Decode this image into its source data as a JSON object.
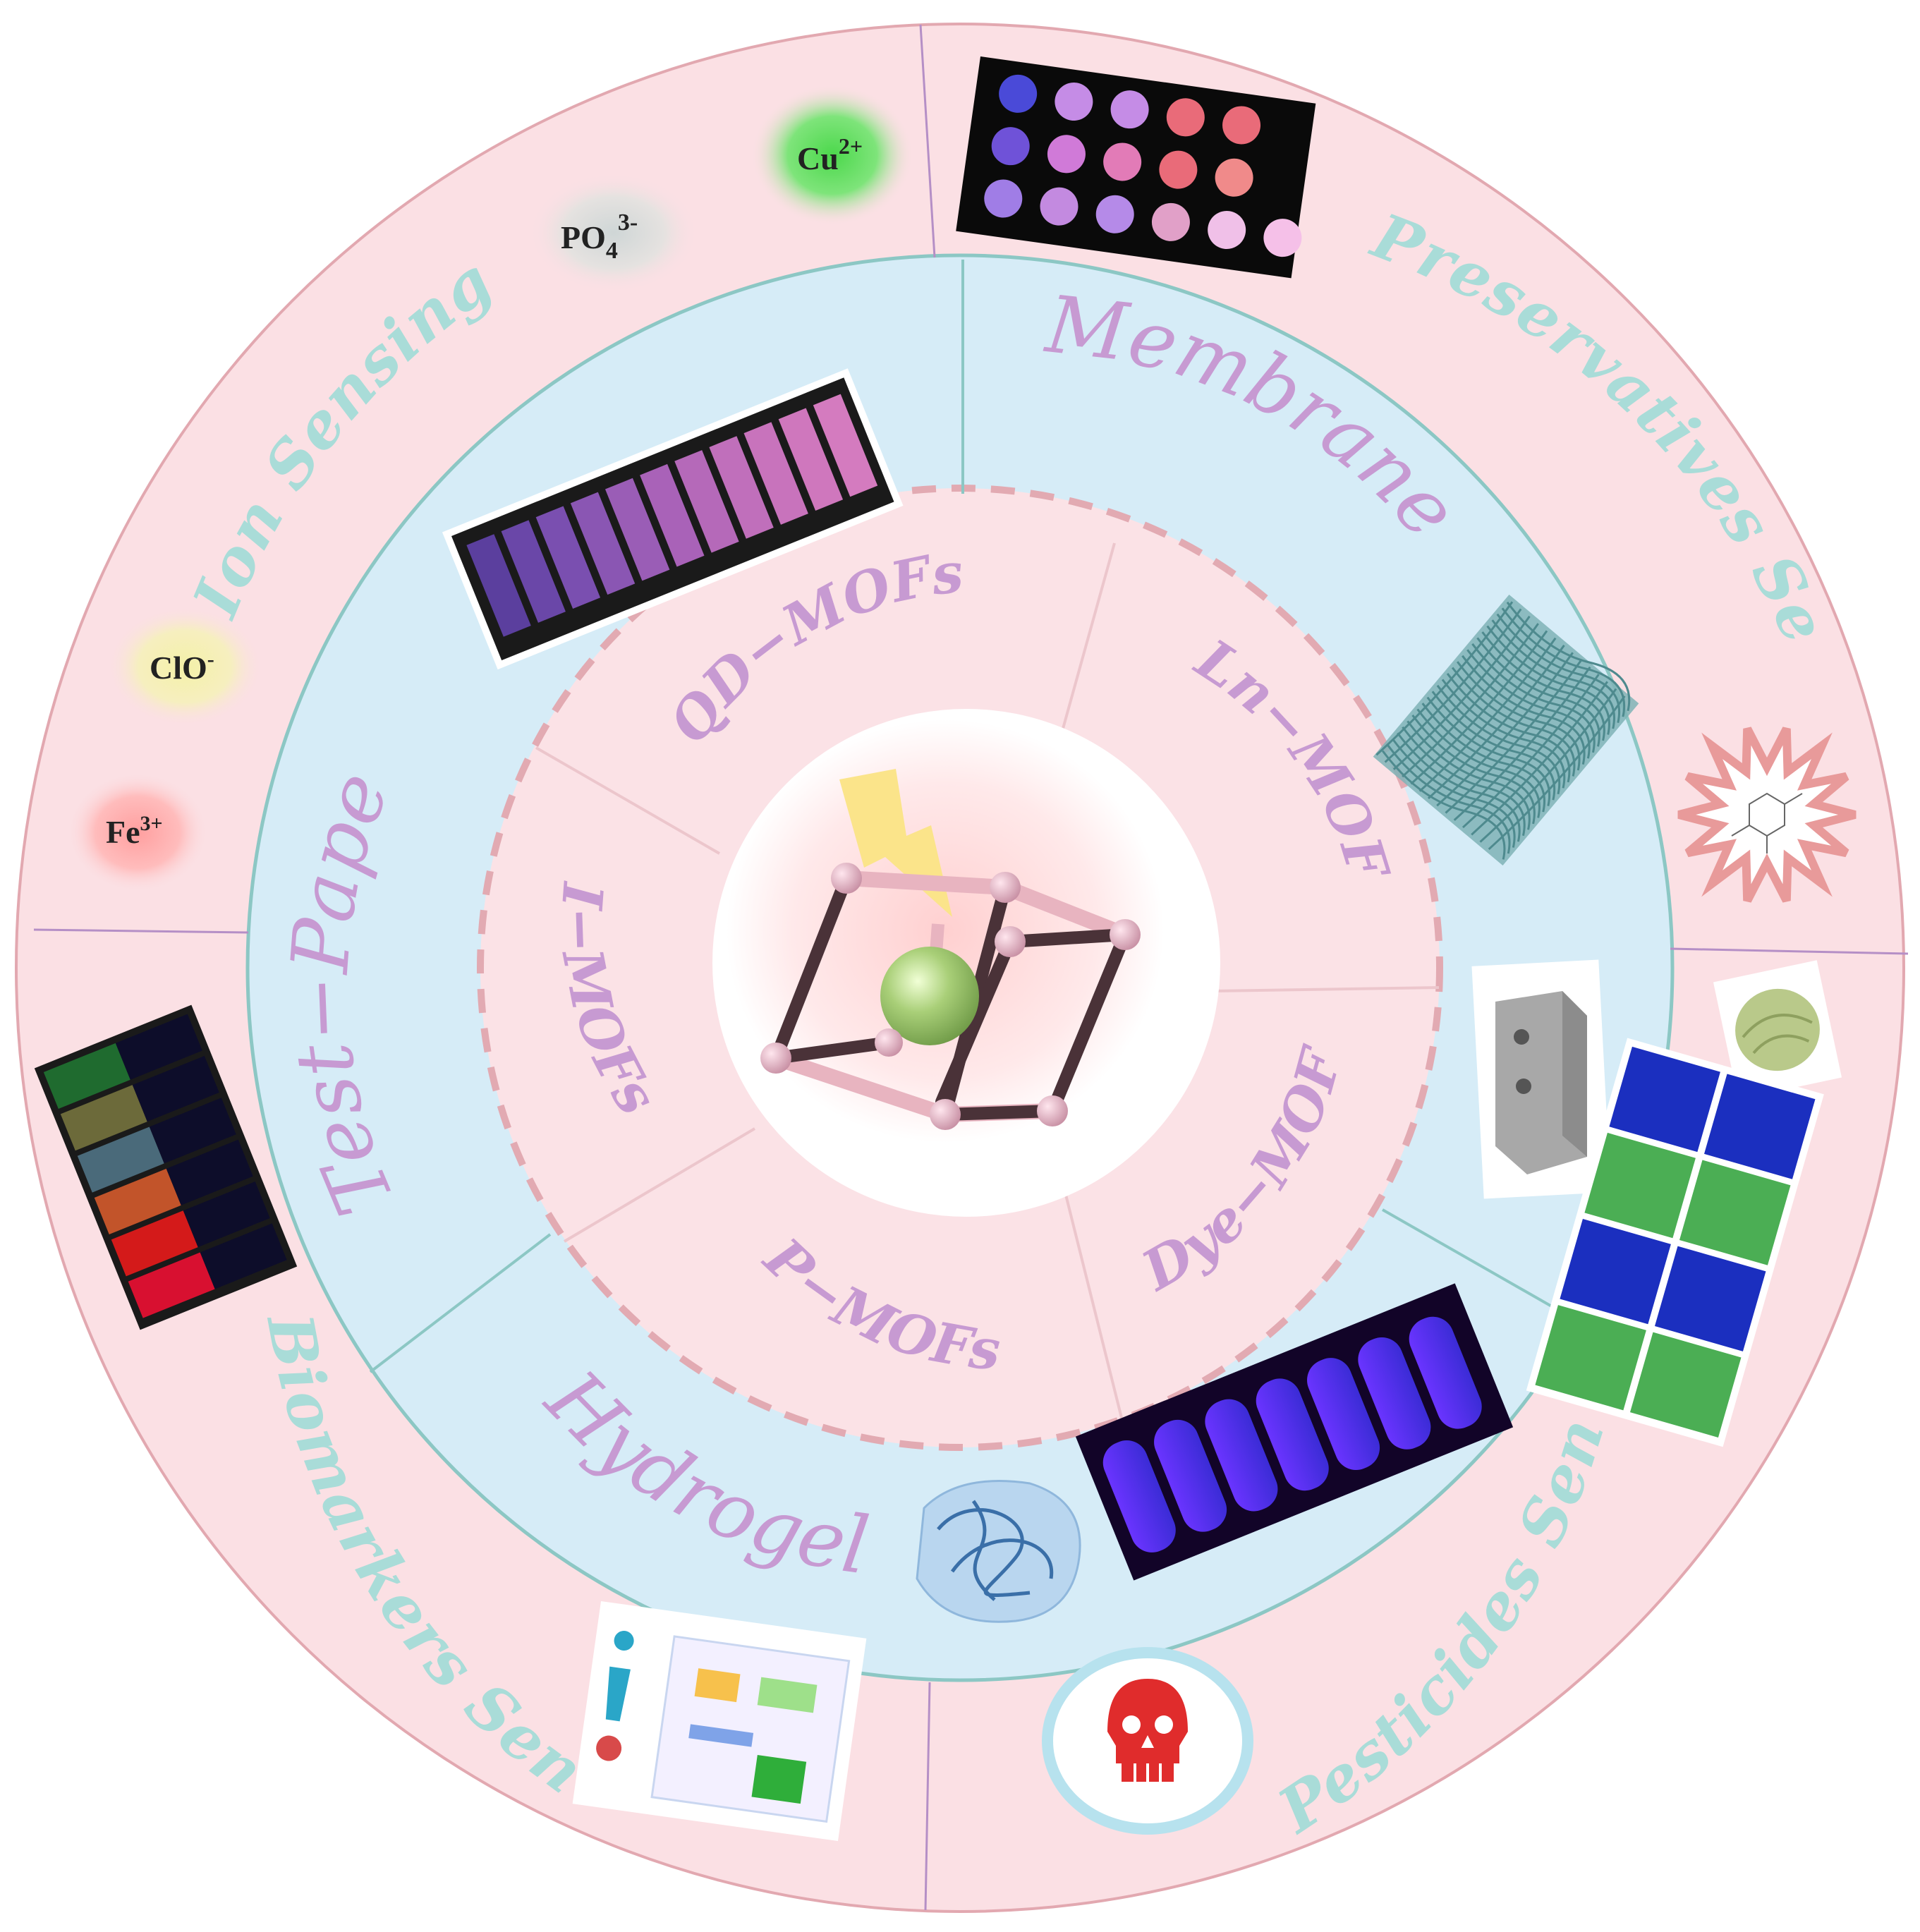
{
  "outer_ring": {
    "ion": "Ion Sensing",
    "preservatives": "Preservatives Sensing",
    "pesticides": "Pesticides Sensing",
    "biomarkers": "Biomarkers Sensing"
  },
  "middle_ring": {
    "membranes": "Membranes",
    "test_paper": "Test−Paper",
    "hydrogel": "Hydrogel"
  },
  "inner_ring": {
    "qd": "QD−MOFs",
    "ln": "Ln−MOFs",
    "i": "I−MOFs",
    "dye": "Dye−MOFs",
    "p": "P−MOFs"
  },
  "ions": {
    "cu": {
      "base": "Cu",
      "sup": "2+"
    },
    "po4": {
      "base": "PO",
      "sub": "4",
      "sup": "3-"
    },
    "clo": {
      "base": "ClO",
      "sup": "-"
    },
    "fe": {
      "base": "Fe",
      "sup": "3+"
    }
  },
  "colors": {
    "outer_ring": "#fbe0e4",
    "middle_ring": "#d6ecf7",
    "inner_ring": "#fbe2e6",
    "ring_text": "#a9dcd8",
    "form_text": "#c79ad2",
    "divider": "#b58fc6",
    "dashed": "#e2aab2"
  },
  "icons": {
    "center": "mof-crystal-cell-icon",
    "lightning": "lightning-bolt-icon",
    "skull": "skull-icon",
    "burst": "explosion-burst-icon"
  }
}
